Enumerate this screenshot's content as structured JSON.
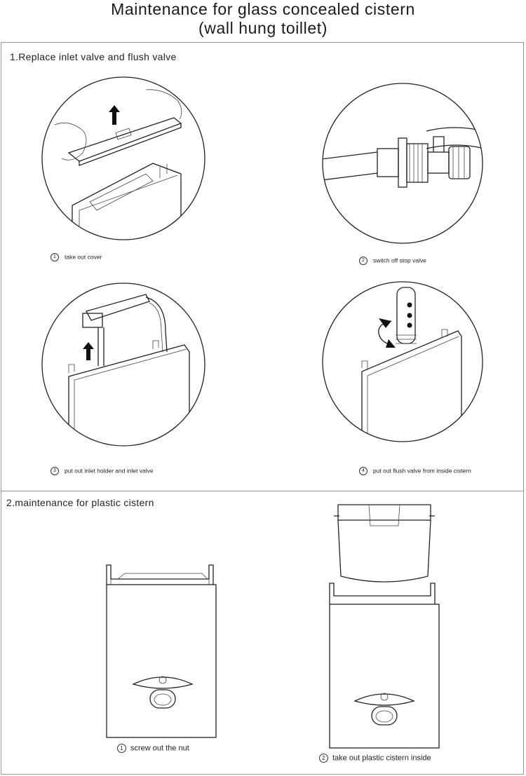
{
  "title": {
    "line1": "Maintenance for glass concealed cistern",
    "line2": "(wall hung toillet)"
  },
  "section1": {
    "heading": "1.Replace inlet valve and flush valve",
    "steps": [
      {
        "num": "1",
        "caption": "take out cover"
      },
      {
        "num": "2",
        "caption": "switch off stop valve"
      },
      {
        "num": "3",
        "caption": "put out inlet holder and inlet valve"
      },
      {
        "num": "4",
        "caption": "put out flush valve from inside cistern"
      }
    ]
  },
  "section2": {
    "heading": "2.maintenance for plastic cistern",
    "steps": [
      {
        "num": "1",
        "caption": "screw out the nut"
      },
      {
        "num": "2",
        "caption": "take out plastic cistern inside"
      }
    ]
  }
}
